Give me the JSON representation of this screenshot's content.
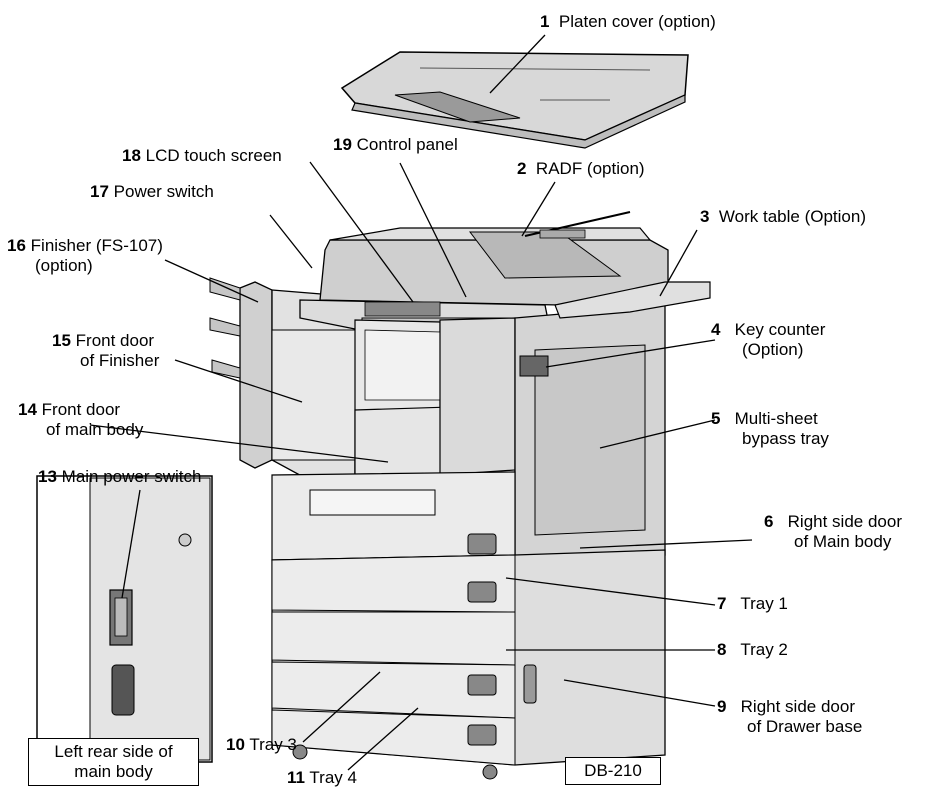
{
  "labels": [
    {
      "num": "1",
      "l1": "Platen cover (option)",
      "l2": ""
    },
    {
      "num": "2",
      "l1": "RADF (option)",
      "l2": ""
    },
    {
      "num": "3",
      "l1": "Work table (Option)",
      "l2": ""
    },
    {
      "num": "4",
      "l1": "Key counter",
      "l2": "(Option)"
    },
    {
      "num": "5",
      "l1": "Multi-sheet",
      "l2": "bypass tray"
    },
    {
      "num": "6",
      "l1": "Right side door",
      "l2": "of Main body"
    },
    {
      "num": "7",
      "l1": "Tray 1",
      "l2": ""
    },
    {
      "num": "8",
      "l1": "Tray 2",
      "l2": ""
    },
    {
      "num": "9",
      "l1": "Right side door",
      "l2": "of Drawer base"
    },
    {
      "num": "10",
      "l1": "Tray 3",
      "l2": ""
    },
    {
      "num": "11",
      "l1": "Tray 4",
      "l2": ""
    },
    {
      "num": "13",
      "l1": "Main power switch",
      "l2": ""
    },
    {
      "num": "14",
      "l1": "Front door",
      "l2": "of main body"
    },
    {
      "num": "15",
      "l1": "Front door",
      "l2": "of Finisher"
    },
    {
      "num": "16",
      "l1": "Finisher (FS-107)",
      "l2": "(option)"
    },
    {
      "num": "17",
      "l1": "Power switch",
      "l2": ""
    },
    {
      "num": "18",
      "l1": "LCD touch screen",
      "l2": ""
    },
    {
      "num": "19",
      "l1": "Control panel",
      "l2": ""
    }
  ],
  "inset_caption": {
    "l1": "Left rear side",
    "l2": "of main body"
  },
  "model_box": "DB-210"
}
